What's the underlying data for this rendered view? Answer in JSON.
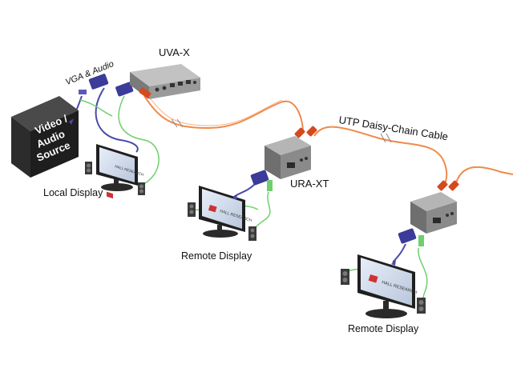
{
  "labels": {
    "vga_audio": "VGA & Audio",
    "uva_x": "UVA-X",
    "utp_cable": "UTP Daisy-Chain Cable",
    "ura_xt": "URA-XT",
    "local_display": "Local Display",
    "remote_display_1": "Remote Display",
    "remote_display_2": "Remote Display"
  },
  "source_box": {
    "text": [
      "Video /",
      "Audio",
      "Source"
    ]
  },
  "monitor_brand": "HALL RESEARCH",
  "colors": {
    "cable_orange": "#f08a4b",
    "cable_blue": "#4a4aa8",
    "cable_green": "#6fcf6f",
    "device_gray": "#8c8c8c",
    "connector_red": "#d44a1e"
  }
}
